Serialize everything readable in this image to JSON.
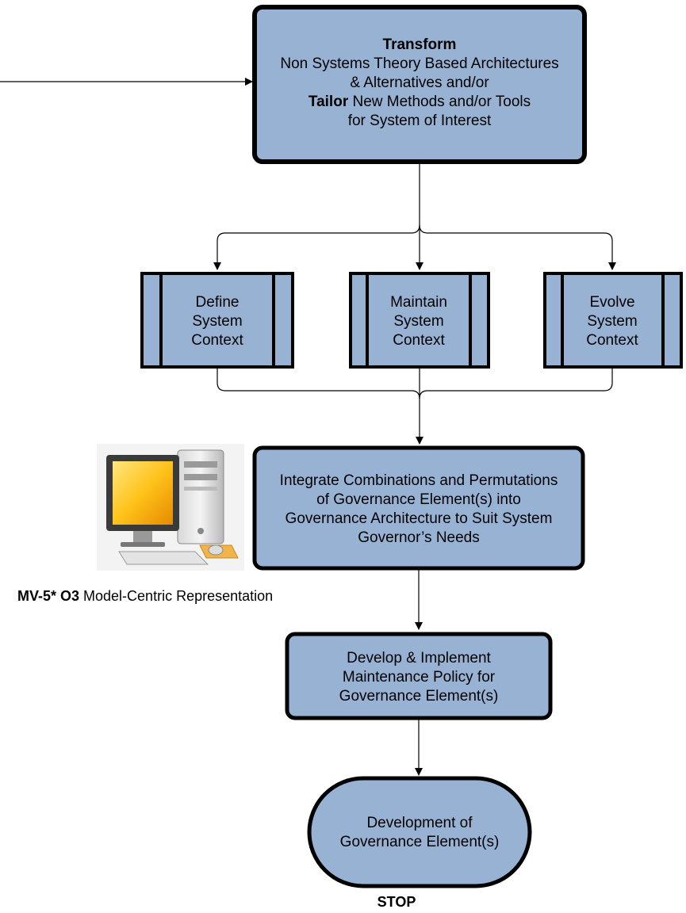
{
  "transform_box": {
    "line1": "Transform",
    "line2": "Non Systems Theory Based Architectures",
    "line3": "& Alternatives and/or",
    "line4_bold": "Tailor",
    "line4_rest": " New Methods and/or Tools",
    "line5": "for System of Interest"
  },
  "define_box": {
    "line1": "Define",
    "line2": "System",
    "line3": "Context"
  },
  "maintain_box": {
    "line1": "Maintain",
    "line2": "System",
    "line3": "Context"
  },
  "evolve_box": {
    "line1": "Evolve",
    "line2": "System",
    "line3": "Context"
  },
  "integrate_box": {
    "line1": "Integrate Combinations and Permutations",
    "line2": "of Governance Element(s) into",
    "line3": "Governance Architecture to Suit System",
    "line4": "Governor’s Needs"
  },
  "develop_box": {
    "line1": "Develop & Implement",
    "line2": "Maintenance Policy for",
    "line3": "Governance Element(s)"
  },
  "terminal_box": {
    "line1": "Development of",
    "line2": "Governance Element(s)"
  },
  "annotation": {
    "bold_part": "MV-5* O3",
    "rest": " Model-Centric Representation"
  },
  "stop_label": "STOP",
  "icon": "desktop-computer-icon"
}
